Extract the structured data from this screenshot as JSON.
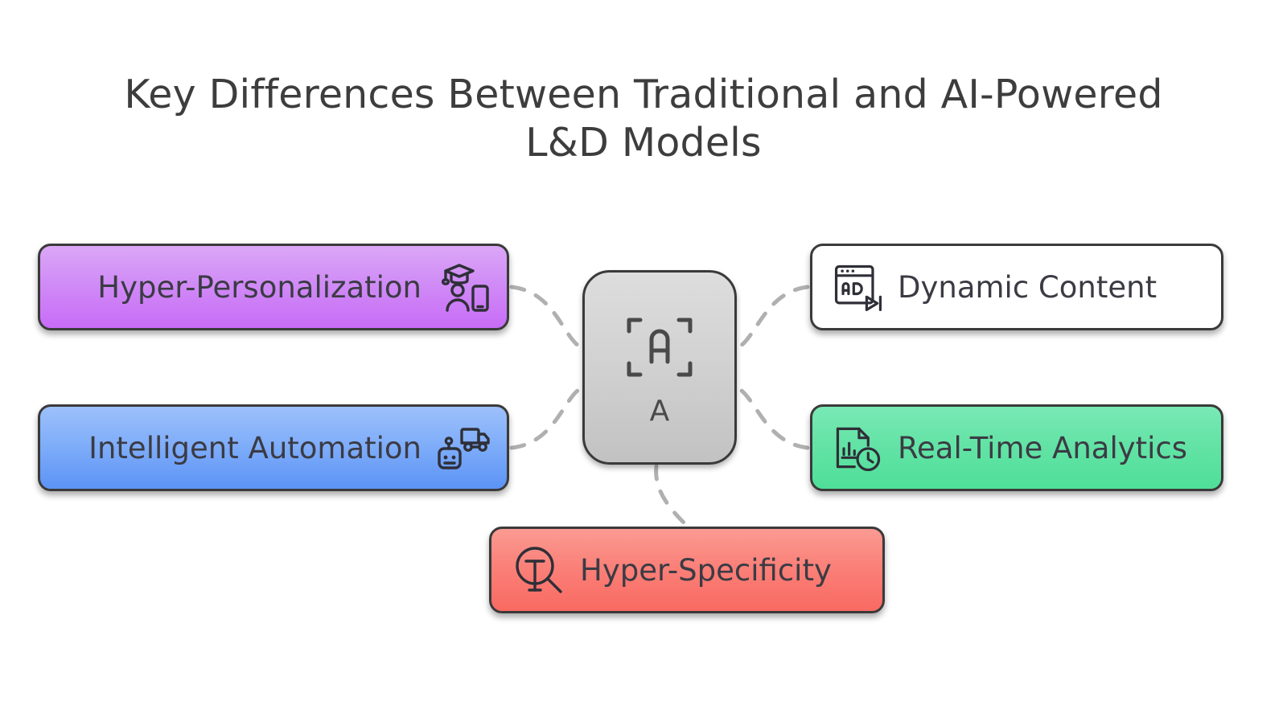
{
  "title": "Key Differences Between Traditional and AI-Powered\nL&D Models",
  "colors": {
    "background": "#ffffff",
    "title_text": "#3d3d3d",
    "node_border": "#3a3a3a",
    "label_text": "#3b3b44",
    "connector": "#b0b0b0",
    "center_fill_top": "#dddddd",
    "center_fill_bottom": "#c2c2c2",
    "purple": "#c86cf7",
    "blue": "#5c93f5",
    "yellow": "#f9df1d",
    "green": "#4fdf98",
    "red": "#f96a62"
  },
  "center": {
    "icon": "scan-text-icon",
    "glyph_inside": "A",
    "letter_below": "A"
  },
  "nodes": [
    {
      "id": "hyper-personalization",
      "label": "Hyper-Personalization",
      "icon": "graduate-mobile-learner-icon",
      "color": "#c86cf7",
      "position": "left-top"
    },
    {
      "id": "intelligent-automation",
      "label": "Intelligent Automation",
      "icon": "robot-delivery-truck-icon",
      "color": "#5c93f5",
      "position": "left-bottom"
    },
    {
      "id": "dynamic-content",
      "label": "Dynamic Content",
      "icon": "ad-browser-play-icon",
      "color": "#f9df1d",
      "position": "right-top"
    },
    {
      "id": "real-time-analytics",
      "label": "Real-Time Analytics",
      "icon": "report-chart-clock-icon",
      "color": "#4fdf98",
      "position": "right-bottom"
    },
    {
      "id": "hyper-specificity",
      "label": "Hyper-Specificity",
      "icon": "text-magnifier-icon",
      "color": "#f96a62",
      "position": "bottom-center"
    }
  ],
  "connectors": [
    {
      "from": "center",
      "to": "hyper-personalization",
      "style": "dashed"
    },
    {
      "from": "center",
      "to": "intelligent-automation",
      "style": "dashed"
    },
    {
      "from": "center",
      "to": "dynamic-content",
      "style": "dashed"
    },
    {
      "from": "center",
      "to": "real-time-analytics",
      "style": "dashed"
    },
    {
      "from": "center",
      "to": "hyper-specificity",
      "style": "dashed"
    }
  ]
}
